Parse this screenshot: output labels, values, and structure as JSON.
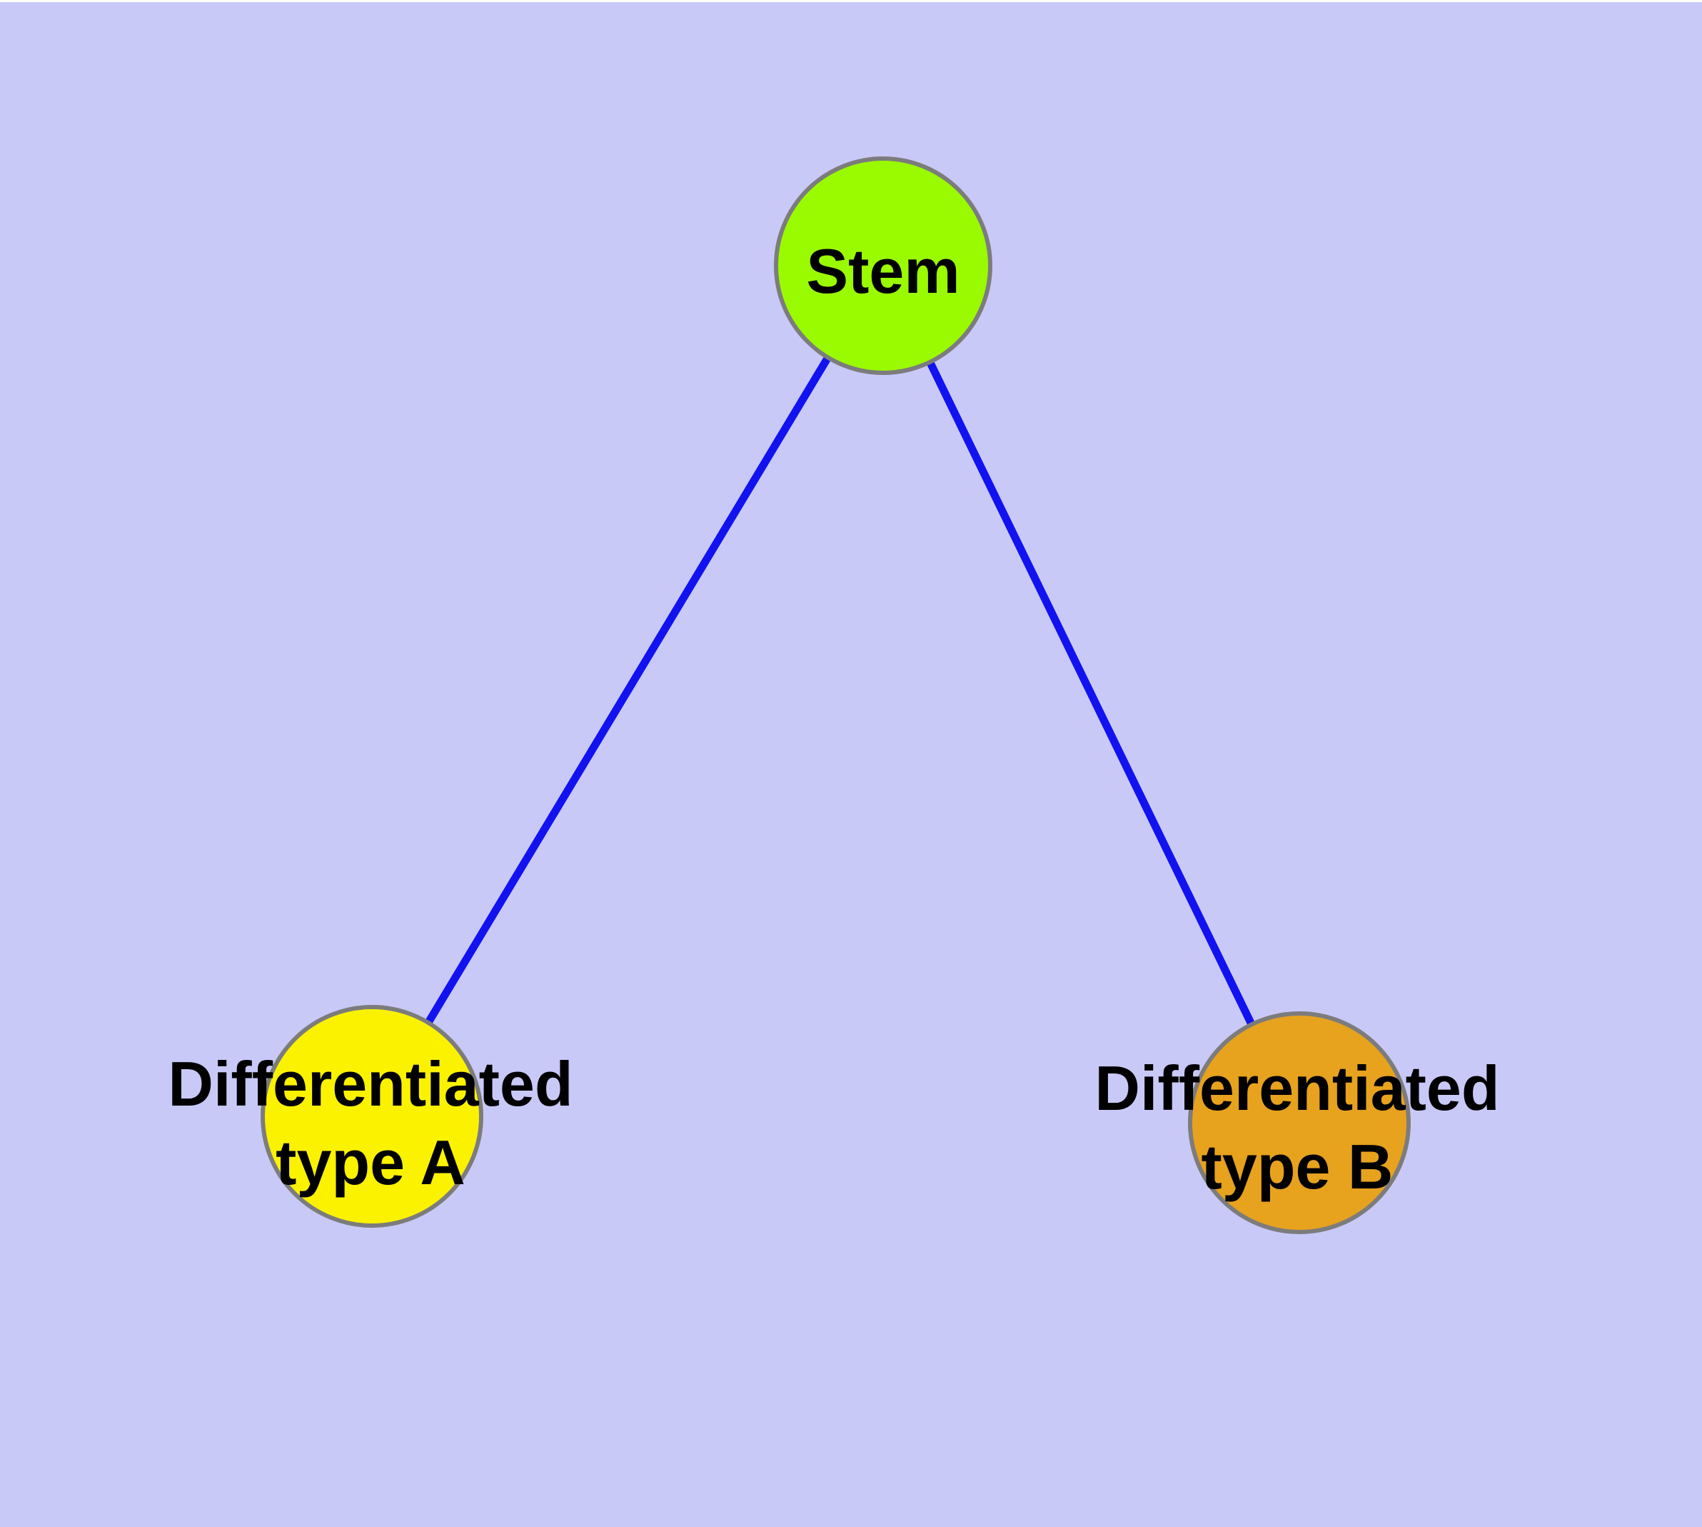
{
  "diagram": {
    "description": "Stem cell differentiation graph with one parent node and two child nodes",
    "colors": {
      "background": "#C9C9F8",
      "top_margin": "#FFFFFF",
      "edge": "#1212F0",
      "node_border": "#7C7C7C",
      "label_text": "#000000"
    },
    "nodes": {
      "stem": {
        "label": "Stem",
        "fill": "#9AFB00"
      },
      "type_a": {
        "label_line1": "Differentiated",
        "label_line2": "type A",
        "fill": "#FBF200"
      },
      "type_b": {
        "label_line1": "Differentiated",
        "label_line2": "type B",
        "fill": "#E7A21E"
      }
    },
    "edges": [
      {
        "from": "Stem",
        "to": "Differentiated type A",
        "color": "#1212F0"
      },
      {
        "from": "Stem",
        "to": "Differentiated type B",
        "color": "#1212F0"
      }
    ]
  }
}
